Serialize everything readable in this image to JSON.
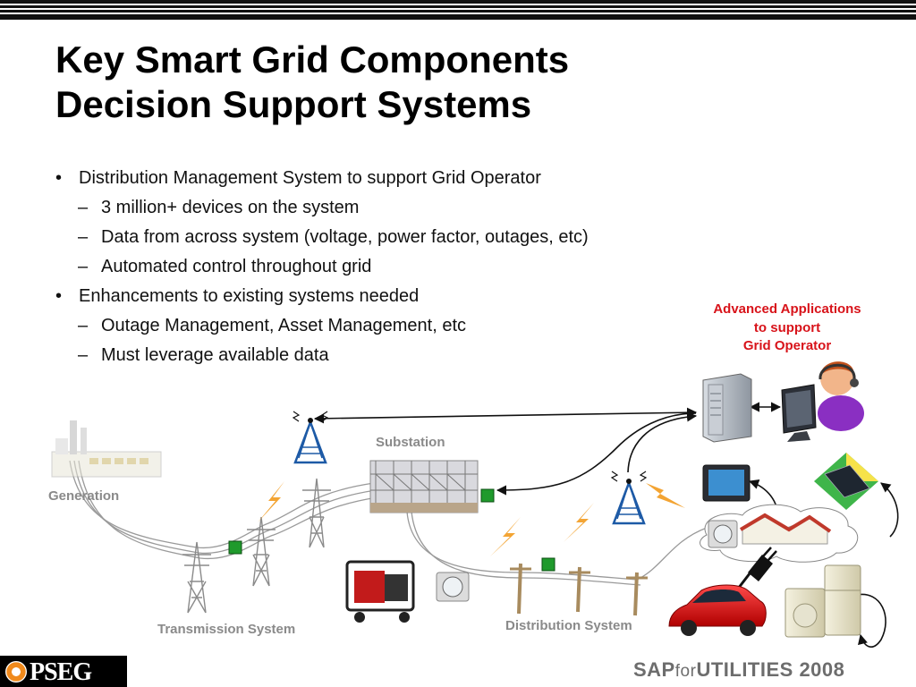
{
  "slide": {
    "title_line1": "Key Smart Grid Components",
    "title_line2": "Decision Support Systems"
  },
  "bullets": [
    {
      "level": 1,
      "marker": "•",
      "text": "Distribution Management System to support Grid Operator"
    },
    {
      "level": 2,
      "marker": "–",
      "text": "3 million+ devices on the system"
    },
    {
      "level": 2,
      "marker": "–",
      "text": "Data from across system (voltage, power factor, outages, etc)"
    },
    {
      "level": 2,
      "marker": "–",
      "text": "Automated control throughout grid"
    },
    {
      "level": 1,
      "marker": "•",
      "text": "Enhancements to existing systems needed"
    },
    {
      "level": 2,
      "marker": "–",
      "text": "Outage Management, Asset Management, etc"
    },
    {
      "level": 2,
      "marker": "–",
      "text": "Must leverage available data"
    }
  ],
  "callout": {
    "line1": "Advanced Applications",
    "line2": "to support",
    "line3": "Grid Operator",
    "color": "#d8131a"
  },
  "diagram_labels": {
    "generation": "Generation",
    "substation": "Substation",
    "transmission": "Transmission System",
    "distribution": "Distribution System"
  },
  "icons": [
    "power-plant-icon",
    "radio-tower-icon",
    "substation-icon",
    "transmission-tower-icon",
    "lightning-icon",
    "sensor-node-icon",
    "server-icon",
    "grid-operator-icon",
    "monitor-icon",
    "television-icon",
    "solar-panel-icon",
    "smart-meter-icon",
    "house-icon",
    "ev-plug-icon",
    "electric-car-icon",
    "generator-icon",
    "utility-pole-icon",
    "appliances-icon"
  ],
  "footer": {
    "logo_text": "PSEG",
    "sap_part1": "SAP",
    "sap_part2": "for",
    "sap_part3": "UTILITIES 2008"
  },
  "colors": {
    "callout_red": "#d8131a",
    "label_gray": "#8a8a8a",
    "sensor_green": "#1f9a2c",
    "tower_blue": "#1d5aa6",
    "lightning_orange": "#f29a1d"
  }
}
